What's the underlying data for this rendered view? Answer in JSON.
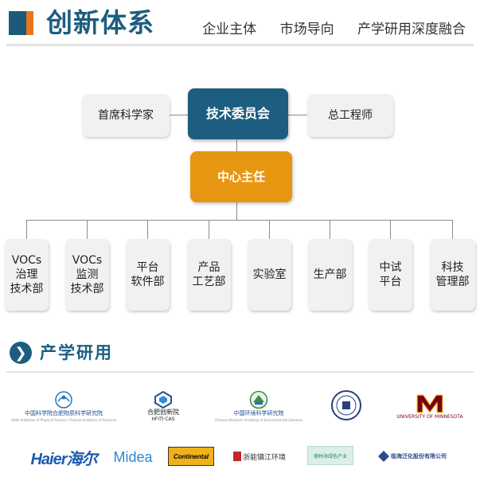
{
  "header": {
    "title": "创新体系",
    "tags": [
      "企业主体",
      "市场导向",
      "产学研用深度融合"
    ]
  },
  "org": {
    "top": {
      "left": "首席科学家",
      "center": "技术委员会",
      "right": "总工程师"
    },
    "director": "中心主任",
    "departments": [
      {
        "lines": [
          "VOCs",
          "治理",
          "技术部"
        ]
      },
      {
        "lines": [
          "VOCs",
          "监测",
          "技术部"
        ]
      },
      {
        "lines": [
          "平台",
          "软件部"
        ]
      },
      {
        "lines": [
          "产品",
          "工艺部"
        ]
      },
      {
        "lines": [
          "实验室"
        ]
      },
      {
        "lines": [
          "生产部"
        ]
      },
      {
        "lines": [
          "中试",
          "平台"
        ]
      },
      {
        "lines": [
          "科技",
          "管理部"
        ]
      }
    ]
  },
  "partners": {
    "title": "产学研用",
    "row1": [
      {
        "name": "中国科学院合肥物质科学研究院",
        "sub": "Hefei Institutes of Physical Science, Chinese Academy of Sciences"
      },
      {
        "name": "合肥创新院",
        "sub": "HFITI·CAS"
      },
      {
        "name": "中国环境科学研究院",
        "sub": "Chinese Research Academy of Environmental Sciences"
      },
      {
        "name": "",
        "sub": ""
      },
      {
        "name": "",
        "sub": "UNIVERSITY OF MINNESOTA"
      }
    ],
    "row2": [
      {
        "name": "Haier海尔",
        "sub": ""
      },
      {
        "name": "Midea",
        "sub": ""
      },
      {
        "name": "Continental",
        "sub": ""
      },
      {
        "name": "浙能镇江环境",
        "sub": ""
      },
      {
        "name": "德林海绿色产业",
        "sub": ""
      },
      {
        "name": "临海泛化股份有限公司",
        "sub": ""
      }
    ]
  },
  "colors": {
    "primary": "#1d5d80",
    "orange": "#e79611",
    "accent": "#e8761e",
    "node": "#f1f1f1"
  }
}
